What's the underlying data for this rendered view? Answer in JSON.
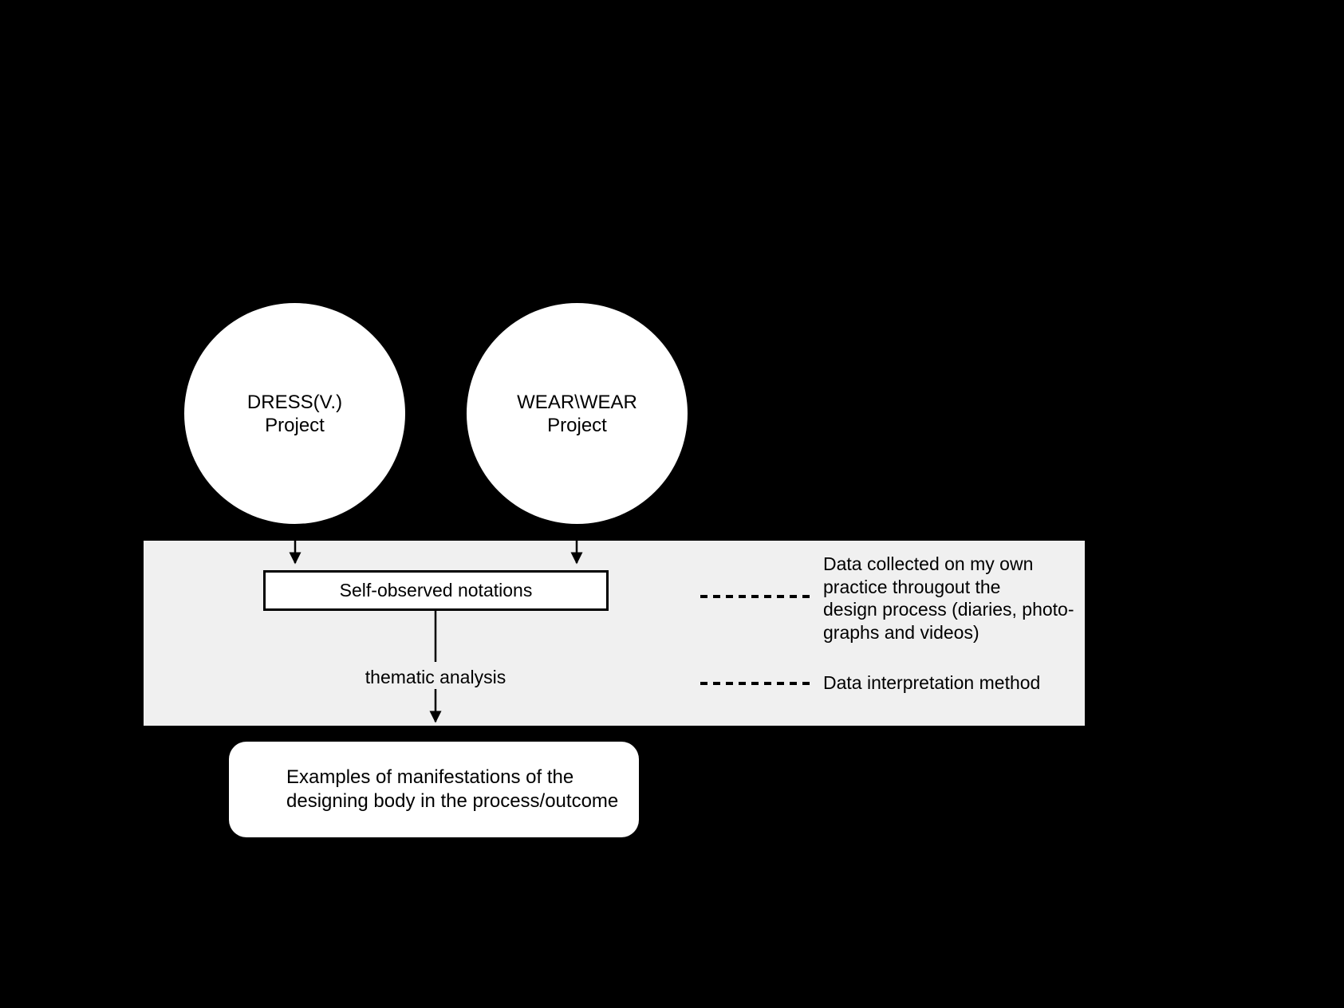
{
  "diagram_title": "research-method-diagram",
  "circles": {
    "dress": {
      "line1": "DRESS(V.)",
      "line2": "Project"
    },
    "wear": {
      "line1": "WEAR\\WEAR",
      "line2": "Project"
    }
  },
  "notations_box_label": "Self-observed notations",
  "thematic_label": "thematic analysis",
  "legend": {
    "data_collected": {
      "line1": "Data collected on my own",
      "line2": "practice througout the",
      "line3": "design process (diaries, photo-",
      "line4": "graphs and videos)"
    },
    "interpretation": "Data interpretation method"
  },
  "outcome": {
    "line1": "Examples of manifestations of the",
    "line2": "designing body in the process/outcome"
  },
  "colors": {
    "background": "#000000",
    "band": "#f0f0f0",
    "shape": "#ffffff",
    "stroke": "#000000"
  }
}
